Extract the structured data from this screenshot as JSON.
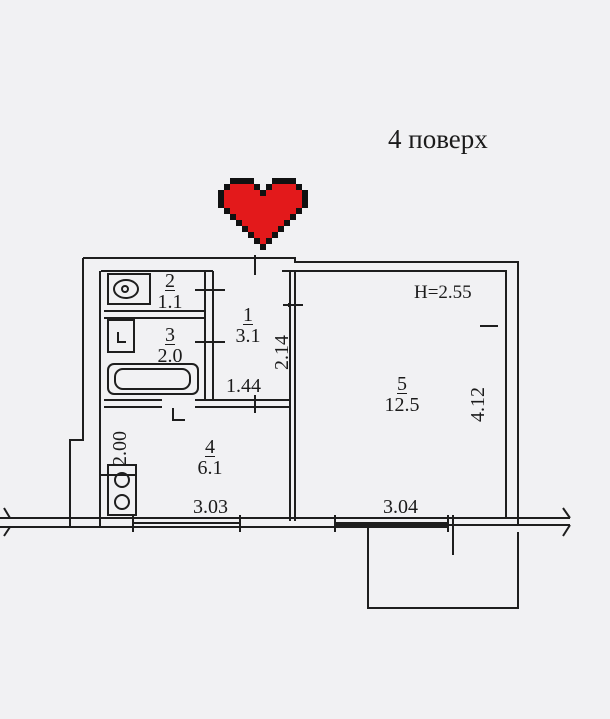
{
  "floor_label": "4 поверх",
  "ceiling_height": "H=2.55",
  "rooms": [
    {
      "number": "1",
      "area": "3.1"
    },
    {
      "number": "2",
      "area": "1.1"
    },
    {
      "number": "3",
      "area": "2.0"
    },
    {
      "number": "4",
      "area": "6.1"
    },
    {
      "number": "5",
      "area": "12.5"
    }
  ],
  "dimensions": {
    "corridor_width": "1.44",
    "corridor_depth": "2.14",
    "kitchen_depth": "2.00",
    "kitchen_width": "3.03",
    "room_width": "3.04",
    "room_depth": "4.12"
  },
  "colors": {
    "heart": "#e3191b",
    "heart_outline": "#111111",
    "ink": "#1b1b1b",
    "paper": "#f1f1f3"
  }
}
